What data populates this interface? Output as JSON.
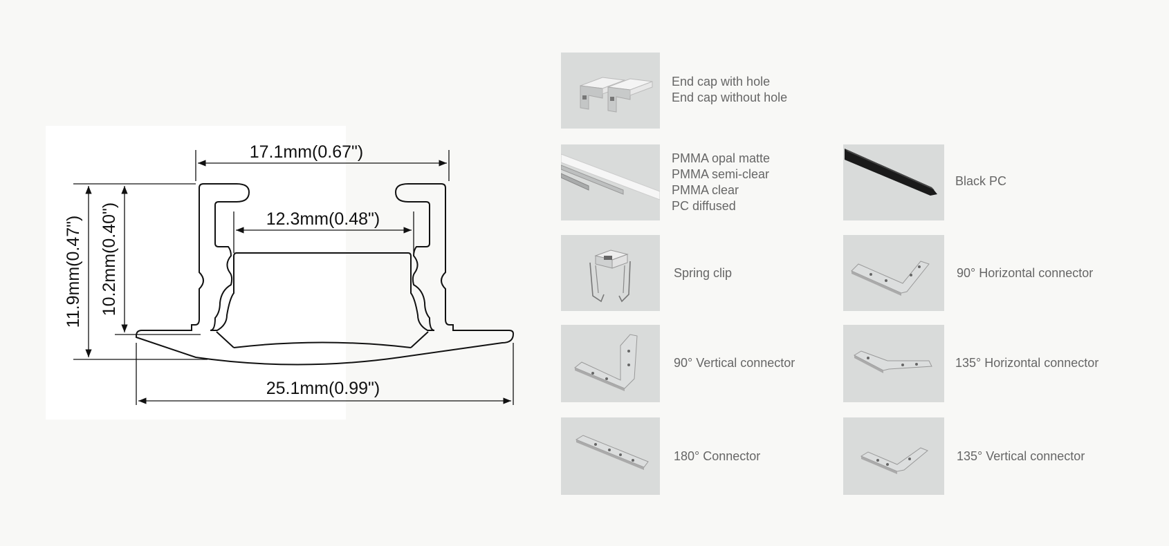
{
  "drawing": {
    "dim_top_width": "17.1mm(0.67\")",
    "dim_inner_width": "12.3mm(0.48\")",
    "dim_bottom_width": "25.1mm(0.99\")",
    "dim_total_height": "11.9mm(0.47\")",
    "dim_inner_height": "10.2mm(0.40\")"
  },
  "accessories": [
    {
      "id": "end-cap",
      "labels": [
        "End cap with hole",
        "End cap without hole"
      ],
      "icon": "end-cap-icon"
    },
    {
      "id": "diffuser",
      "labels": [
        "PMMA opal matte",
        "PMMA semi-clear",
        "PMMA clear",
        "PC diffused"
      ],
      "icon": "diffuser-strip-icon"
    },
    {
      "id": "black-pc",
      "labels": [
        "Black PC"
      ],
      "icon": "black-cover-icon"
    },
    {
      "id": "spring-clip",
      "labels": [
        "Spring clip"
      ],
      "icon": "spring-clip-icon"
    },
    {
      "id": "horizontal-90",
      "labels": [
        "90° Horizontal connector"
      ],
      "icon": "horizontal-connector-90-icon"
    },
    {
      "id": "vertical-90",
      "labels": [
        "90° Vertical connector"
      ],
      "icon": "vertical-connector-90-icon"
    },
    {
      "id": "horizontal-135",
      "labels": [
        "135°  Horizontal connector"
      ],
      "icon": "horizontal-connector-135-icon"
    },
    {
      "id": "connector-180",
      "labels": [
        "180° Connector"
      ],
      "icon": "straight-connector-180-icon"
    },
    {
      "id": "vertical-135",
      "labels": [
        "135° Vertical connector"
      ],
      "icon": "vertical-connector-135-icon"
    }
  ],
  "colors": {
    "background": "#f8f8f6",
    "thumbnail": "#d9dbda",
    "label_text": "#666666",
    "drawing_line": "#111111"
  }
}
